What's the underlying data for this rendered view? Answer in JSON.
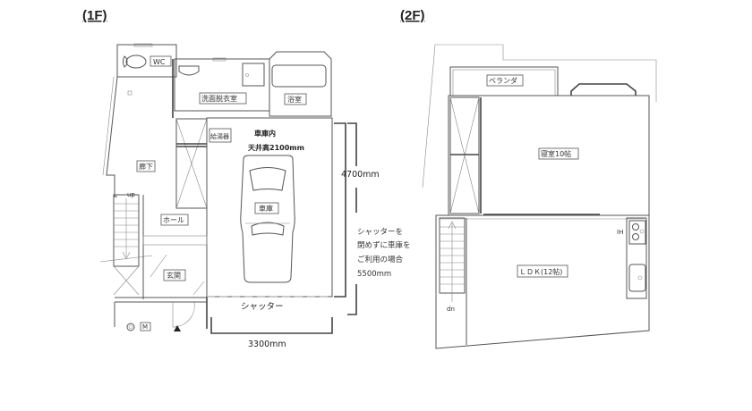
{
  "floors": [
    {
      "title": "(1F)",
      "rooms": {
        "wc": "WC",
        "washroom": "洗面脱衣室",
        "bath": "浴室",
        "corridor": "廊下",
        "hall": "ホール",
        "entrance": "玄関",
        "water_heater": "給湯器",
        "garage": "車庫"
      },
      "garage_note_line1": "車庫内",
      "garage_note_line2": "天井高2100mm",
      "stairs_label": "up",
      "meter_label": "M",
      "shutter_label": "シャッター",
      "dim_width": "3300mm",
      "dim_depth": "4700mm",
      "dim_note": [
        "シャッターを",
        "閉めずに車庫を",
        "ご利用の場合",
        "5500mm"
      ]
    },
    {
      "title": "(2F)",
      "rooms": {
        "veranda": "ベランダ",
        "bedroom": "寝室10帖",
        "ldk": "ＬＤＫ(12帖)"
      },
      "stairs_label": "dn",
      "cooktop_label": "IH"
    }
  ]
}
